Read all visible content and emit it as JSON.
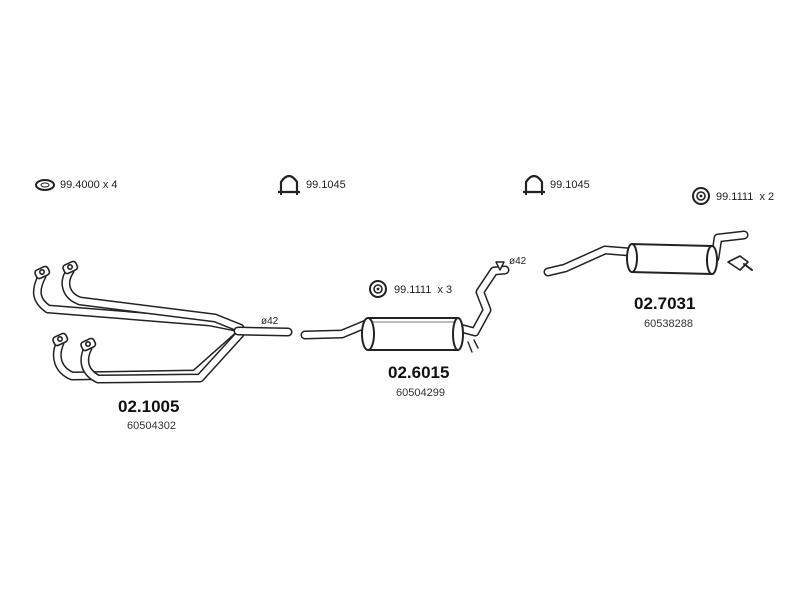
{
  "fittings": [
    {
      "part": "99.4000",
      "qty": "x 4"
    },
    {
      "part": "99.1045"
    },
    {
      "part": "99.1045"
    },
    {
      "part": "99.1111",
      "qty": "x 2"
    },
    {
      "part": "99.1111",
      "qty": "x 3"
    }
  ],
  "components": [
    {
      "part_number": "02.1005",
      "oe_number": "60504302",
      "diameter": "ø42"
    },
    {
      "part_number": "02.6015",
      "oe_number": "60504299",
      "diameter": "ø42"
    },
    {
      "part_number": "02.7031",
      "oe_number": "60538288"
    }
  ]
}
